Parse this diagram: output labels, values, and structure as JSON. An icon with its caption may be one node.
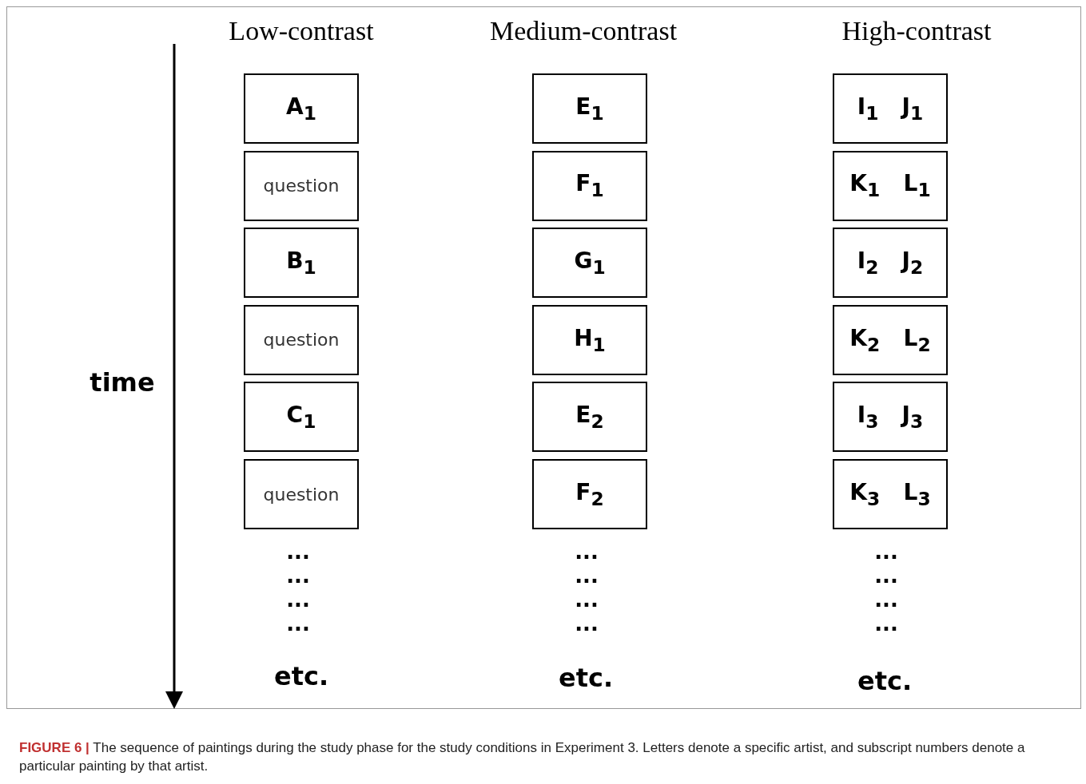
{
  "diagram": {
    "caption": "**FIGURE 6 |** The sequence of paintings during the study phase for the study conditions in Experiment 3. Letters denote a specific artist, and subscript numbers denote a particular painting by that artist.",
    "nodes": [
      {
        "text": [
          "A$_{1}$"
        ]
      },
      {
        "text": [
          "question"
        ]
      },
      {
        "text": [
          "B$_{1}$"
        ]
      },
      {
        "text": [
          "question"
        ]
      },
      {
        "text": [
          "C$_{1}$"
        ]
      },
      {
        "text": [
          "question"
        ]
      },
      {
        "text": [
          "E$_{1}$"
        ]
      },
      {
        "text": [
          "F$_{1}$"
        ]
      },
      {
        "text": [
          "G$_{1}$"
        ]
      },
      {
        "text": [
          "H$_{1}$"
        ]
      },
      {
        "text": [
          "E$_{2}$"
        ]
      },
      {
        "text": [
          "F$_{2}$"
        ]
      },
      {
        "text": [
          "I$_{1}$   J$_{1}$"
        ]
      },
      {
        "text": [
          "K$_{1}$   L$_{1}$"
        ]
      },
      {
        "text": [
          "I$_{2}$   J$_{2}$"
        ]
      },
      {
        "text": [
          "K$_{2}$   L$_{2}$"
        ]
      },
      {
        "text": [
          "I$_{3}$   J$_{3}$"
        ]
      },
      {
        "text": [
          "K$_{3}$   L$_{3}$"
        ]
      }
    ],
    "edges": [],
    "labels": [
      "Low-contrast",
      "Medium-contrast",
      "High-contrast",
      "time",
      "...",
      "...",
      "...",
      "...",
      "...",
      "...",
      "...",
      "...",
      "...",
      "...",
      "...",
      "...",
      "etc.",
      "etc.",
      "etc."
    ]
  }
}
